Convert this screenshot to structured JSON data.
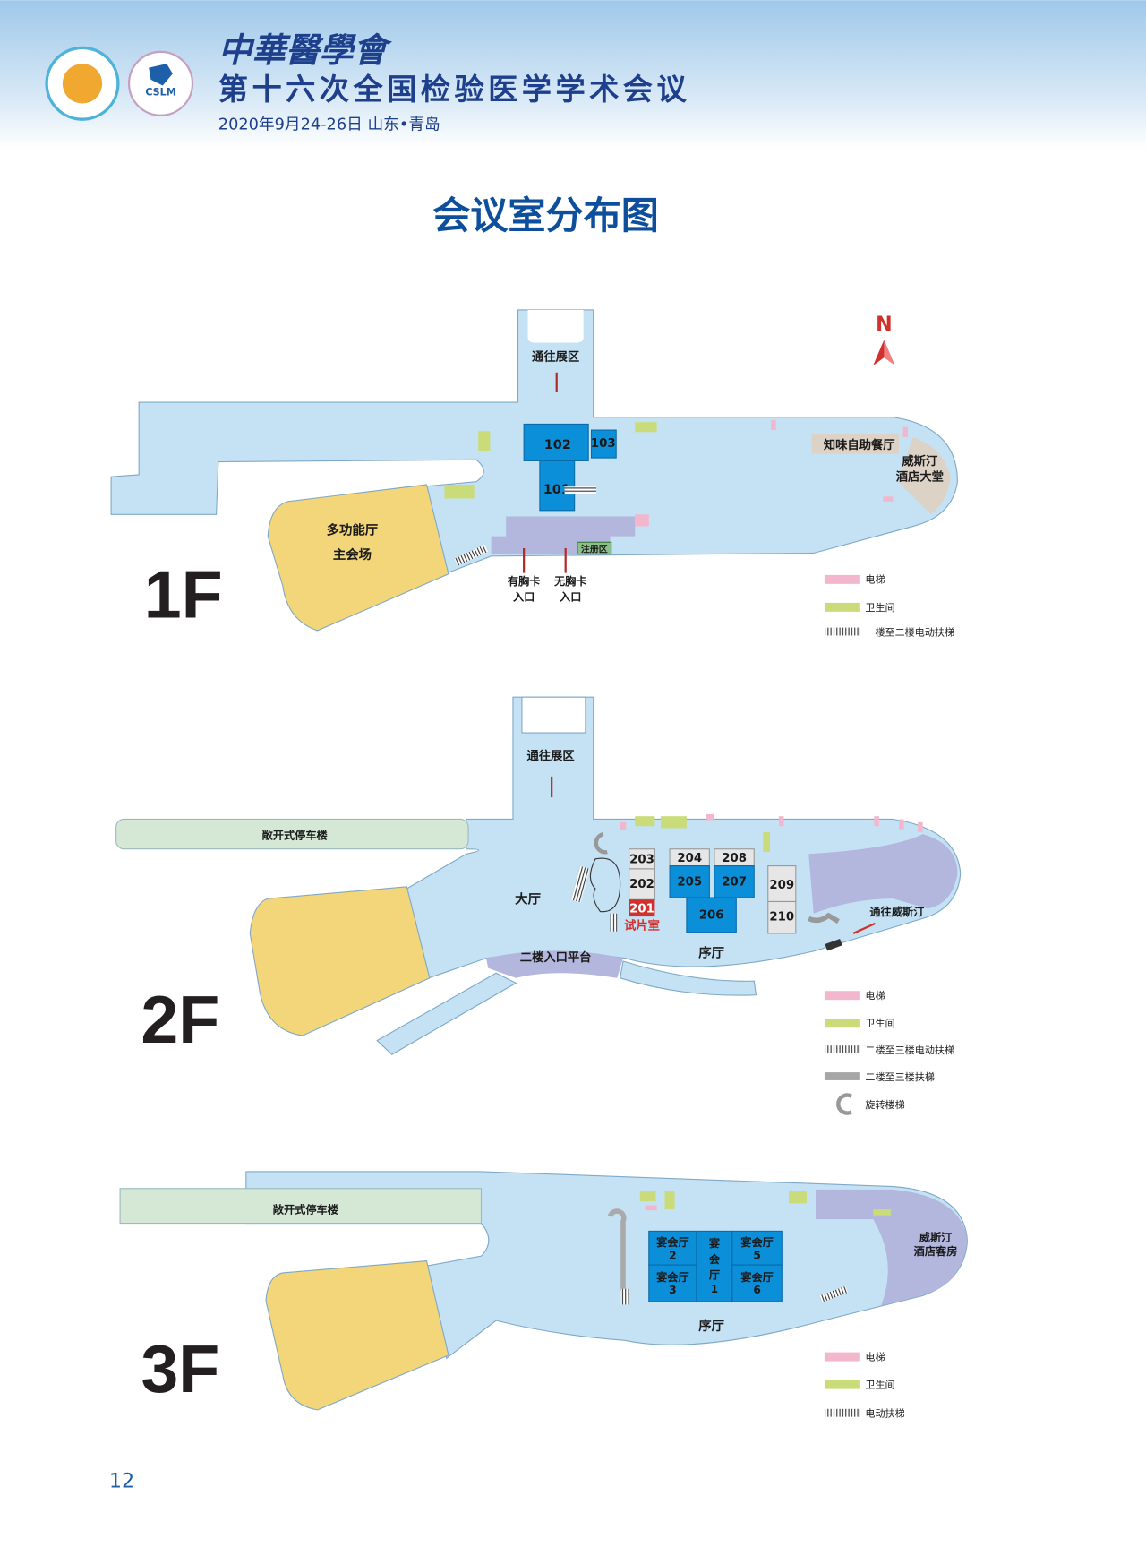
{
  "header": {
    "org": "中華醫學會",
    "conference": "第十六次全国检验医学学术会议",
    "date_place": "2020年9月24-26日  山东•青岛",
    "logo2_text": "CSLM"
  },
  "page_title": "会议室分布图",
  "compass": "N",
  "floor1": {
    "label": "1F",
    "to_exhibit": "通往展区",
    "rooms": [
      "102",
      "103",
      "101"
    ],
    "hall": [
      "多功能厅",
      "主会场"
    ],
    "restaurant": "知味自助餐厅",
    "lobby": [
      "威斯汀",
      "酒店大堂"
    ],
    "registration": "注册区",
    "entry_badge": [
      "有胸卡",
      "入口"
    ],
    "entry_nobadge": [
      "无胸卡",
      "入口"
    ],
    "legend": [
      "电梯",
      "卫生间",
      "一楼至二楼电动扶梯"
    ]
  },
  "floor2": {
    "label": "2F",
    "to_exhibit": "通往展区",
    "parking": "敞开式停车楼",
    "lobby": "大厅",
    "rooms": {
      "r203": "203",
      "r202": "202",
      "r201": "201",
      "r204": "204",
      "r205": "205",
      "r208": "208",
      "r207": "207",
      "r206": "206",
      "r209": "209",
      "r210": "210"
    },
    "preview_room": "试片室",
    "foyer": "序厅",
    "platform": "二楼入口平台",
    "to_westin": "通往威斯汀",
    "legend": [
      "电梯",
      "卫生间",
      "二楼至三楼电动扶梯",
      "二楼至三楼扶梯",
      "旋转楼梯"
    ]
  },
  "floor3": {
    "label": "3F",
    "parking": "敞开式停车楼",
    "banquet2": [
      "宴会厅",
      "2"
    ],
    "banquet3": [
      "宴会厅",
      "3"
    ],
    "banquet1": [
      "宴",
      "会",
      "厅",
      "1"
    ],
    "banquet5": [
      "宴会厅",
      "5"
    ],
    "banquet6": [
      "宴会厅",
      "6"
    ],
    "foyer": "序厅",
    "rooms_area": [
      "威斯汀",
      "酒店客房"
    ],
    "legend": [
      "电梯",
      "卫生间",
      "电动扶梯"
    ]
  },
  "page_number": "12",
  "colors": {
    "title": "#0d4f9c",
    "room": "#0a8fd8",
    "floor": "#c5e2f5",
    "hall": "#f3d679",
    "lift": "#f2b7cc",
    "wc": "#c9dc79",
    "red": "#d0312d"
  }
}
